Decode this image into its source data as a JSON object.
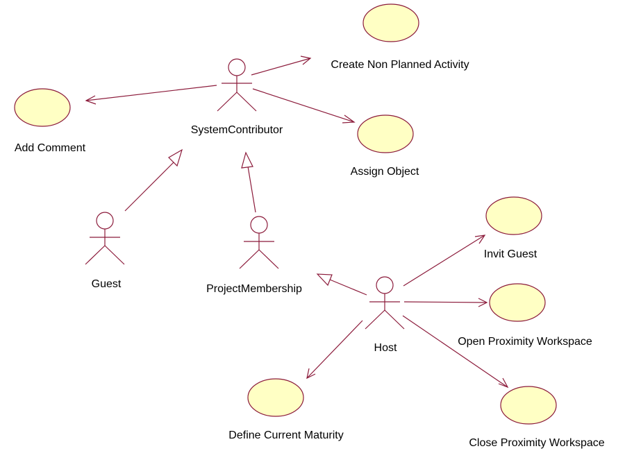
{
  "diagram": {
    "actors": [
      {
        "id": "system-contributor",
        "label": "SystemContributor"
      },
      {
        "id": "guest",
        "label": "Guest"
      },
      {
        "id": "project-membership",
        "label": "ProjectMembership"
      },
      {
        "id": "host",
        "label": "Host"
      }
    ],
    "use_cases": [
      {
        "id": "add-comment",
        "label": "Add Comment"
      },
      {
        "id": "create-non-planned-activity",
        "label": "Create Non Planned Activity"
      },
      {
        "id": "assign-object",
        "label": "Assign Object"
      },
      {
        "id": "invit-guest",
        "label": "Invit Guest"
      },
      {
        "id": "open-proximity-workspace",
        "label": "Open Proximity Workspace"
      },
      {
        "id": "define-current-maturity",
        "label": "Define Current Maturity"
      },
      {
        "id": "close-proximity-workspace",
        "label": "Close Proximity Workspace"
      }
    ],
    "colors": {
      "line": "#8b1a3a",
      "use_case_fill": "#ffffc4",
      "text": "#000000",
      "background": "#ffffff"
    }
  }
}
